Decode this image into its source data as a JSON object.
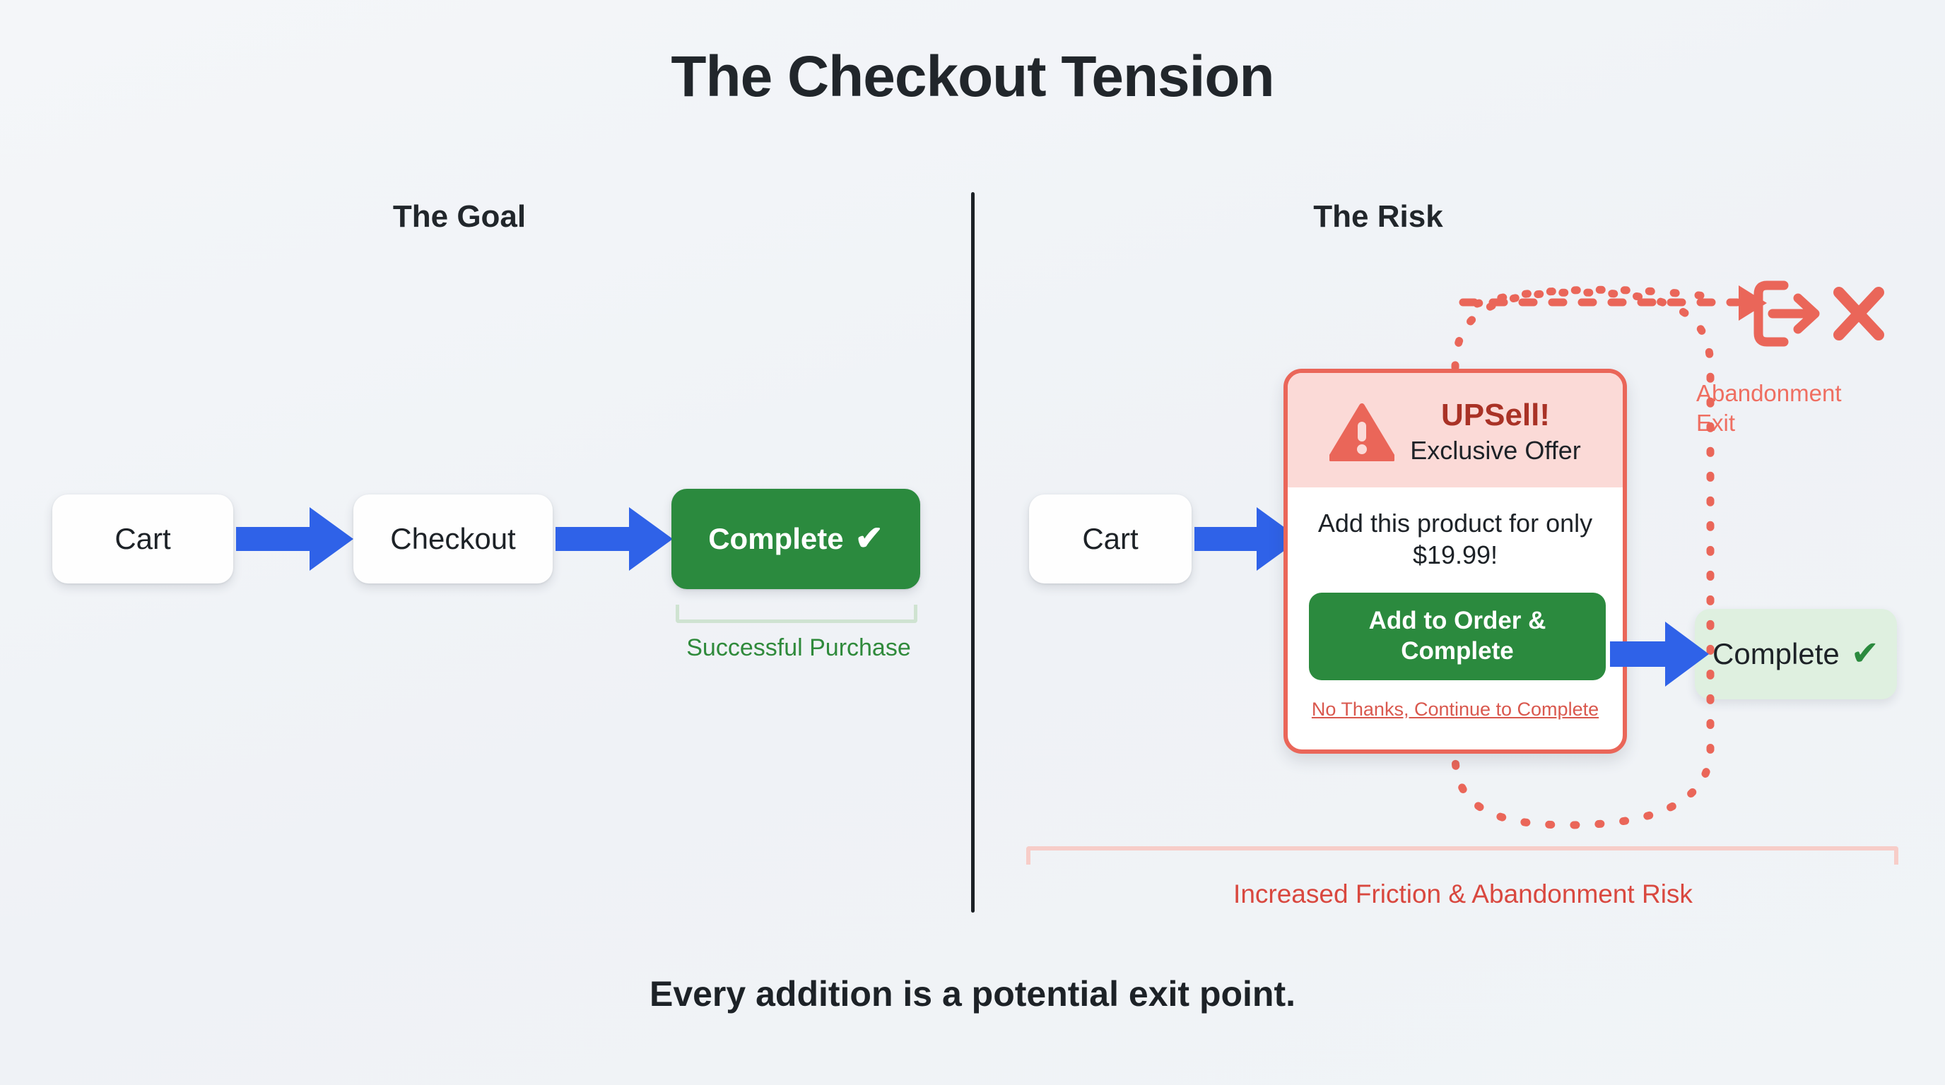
{
  "page": {
    "title": "The Checkout Tension",
    "footer_note": "Every addition is a potential exit point."
  },
  "colors": {
    "background": "#f2f5f8",
    "arrow_blue": "#2f62e8",
    "success_green": "#2b8a3e",
    "success_green_light": "#dff0e0",
    "danger_red": "#ea6659",
    "danger_red_dark": "#a93226",
    "danger_bg": "#fbdad7",
    "text_dark": "#1d2227"
  },
  "goal_column": {
    "header": "The Goal",
    "steps": [
      {
        "label": "Cart",
        "style": "white"
      },
      {
        "label": "Checkout",
        "style": "white"
      },
      {
        "label": "Complete",
        "style": "green-solid",
        "icon": "check-icon",
        "icon_glyph": "✔"
      }
    ],
    "outcome_caption": "Successful Purchase"
  },
  "risk_column": {
    "header": "The Risk",
    "cart_step": {
      "label": "Cart",
      "style": "white"
    },
    "upsell_modal": {
      "warning_icon": "warning-triangle-icon",
      "title": "UPSell!",
      "subtitle": "Exclusive Offer",
      "offer_text": "Add this product for only $19.99!",
      "offer_price": "$19.99",
      "primary_button": "Add to Order & Complete",
      "decline_link": "No Thanks, Continue to Complete"
    },
    "complete_step": {
      "label": "Complete",
      "style": "green-light",
      "icon": "check-icon",
      "icon_glyph": "✔"
    },
    "abandonment": {
      "label": "Abandonment Exit",
      "line_1": "Abandonment",
      "line_2": "Exit",
      "exit_icon": "logout-exit-icon",
      "close_icon": "close-x-icon"
    },
    "risk_caption": "Increased Friction & Abandonment Risk"
  }
}
